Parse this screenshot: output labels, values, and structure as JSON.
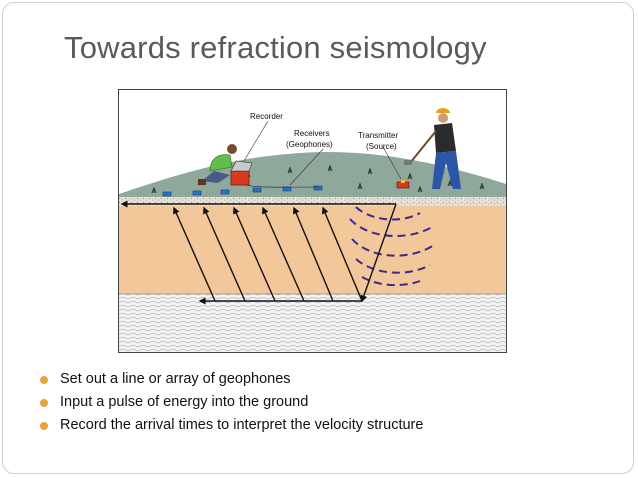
{
  "slide": {
    "title": "Towards refraction seismology",
    "bullets": [
      "Set out a line or array of geophones",
      "Input a pulse of energy into the ground",
      "Record the arrival times to interpret the velocity structure"
    ],
    "bullet_color": "#e9a33a"
  },
  "figure": {
    "labels": {
      "recorder": "Recorder",
      "receivers_line1": "Receivers",
      "receivers_line2": "(Geophones)",
      "transmitter_line1": "Transmitter",
      "transmitter_line2": "(Source)"
    },
    "colors": {
      "sky": "#ffffff",
      "hill": "#8fa89b",
      "soil": "#f2c79a",
      "bedrock": "#eeeeee",
      "wavefront": "#3a2a8c",
      "geophone": "#2a74c8",
      "recorder_box": "#d83a1e"
    }
  }
}
